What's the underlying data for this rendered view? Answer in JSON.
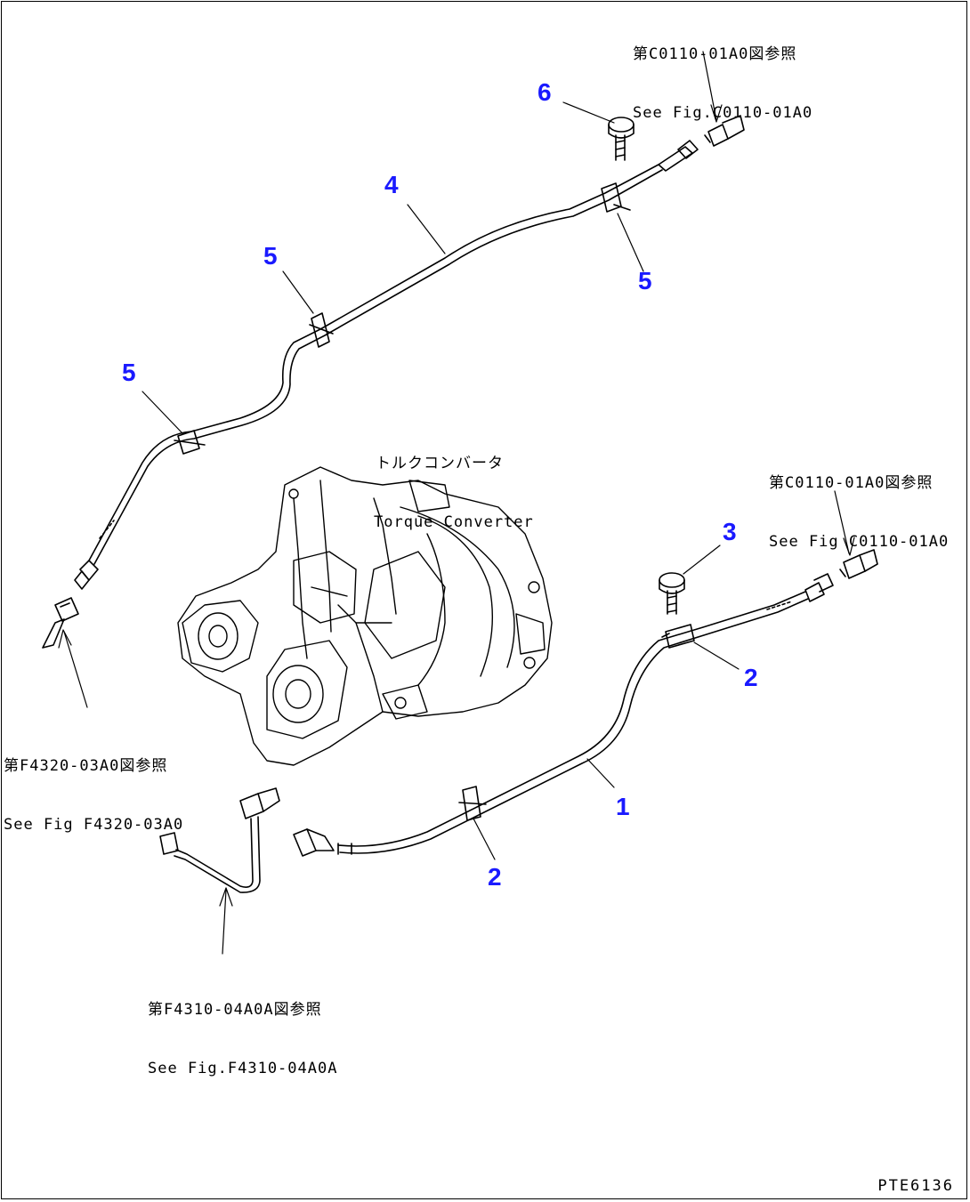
{
  "callouts": {
    "c1": "1",
    "c2a": "2",
    "c2b": "2",
    "c3": "3",
    "c4": "4",
    "c5a": "5",
    "c5b": "5",
    "c5c": "5",
    "c6": "6"
  },
  "references": {
    "top_right": {
      "jp": "第C0110-01A0図参照",
      "en": "See Fig.C0110-01A0"
    },
    "mid_right": {
      "jp": "第C0110-01A0図参照",
      "en": "See Fig C0110-01A0"
    },
    "left": {
      "jp": "第F4320-03A0図参照",
      "en": "See Fig F4320-03A0"
    },
    "bottom": {
      "jp": "第F4310-04A0A図参照",
      "en": "See Fig.F4310-04A0A"
    }
  },
  "component_label": {
    "jp": "トルクコンバータ",
    "en": "Torque Converter"
  },
  "drawing_id": "PTE6136",
  "colors": {
    "callout": "#1a1aff",
    "line": "#000000"
  }
}
